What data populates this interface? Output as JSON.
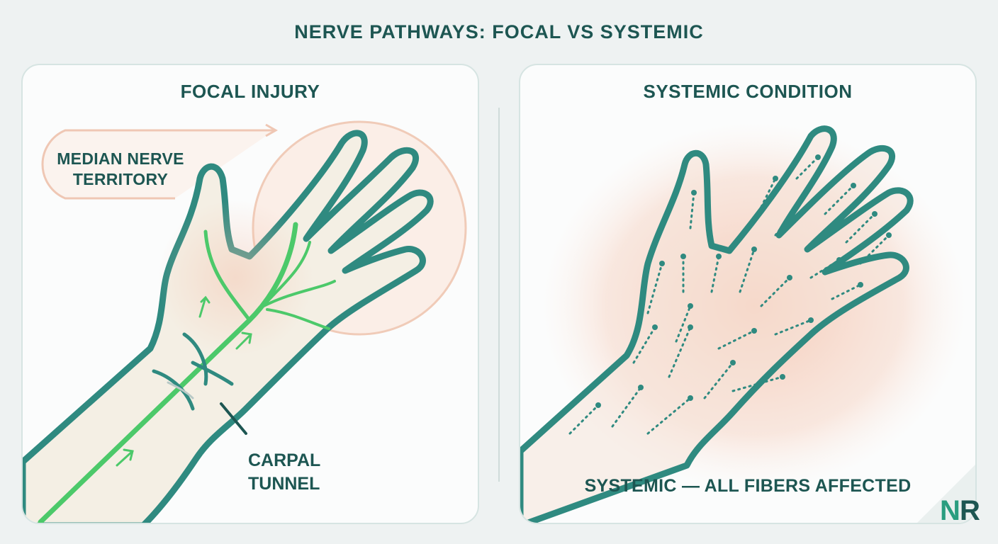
{
  "title": "NERVE PATHWAYS: FOCAL VS SYSTEMIC",
  "left_panel": {
    "heading": "FOCAL INJURY",
    "territory_label_line1": "MEDIAN NERVE",
    "territory_label_line2": "TERRITORY",
    "carpal_label_line1": "CARPAL",
    "carpal_label_line2": "TUNNEL"
  },
  "right_panel": {
    "heading": "SYSTEMIC CONDITION",
    "caption": "SYSTEMIC — ALL FIBERS AFFECTED"
  },
  "logo": {
    "left": "N",
    "right": "R"
  },
  "colors": {
    "outline": "#2f8a80",
    "nerve": "#4cc96a",
    "skin": "#f4efe4",
    "glow": "#f6c9b6",
    "text": "#1d5652"
  }
}
